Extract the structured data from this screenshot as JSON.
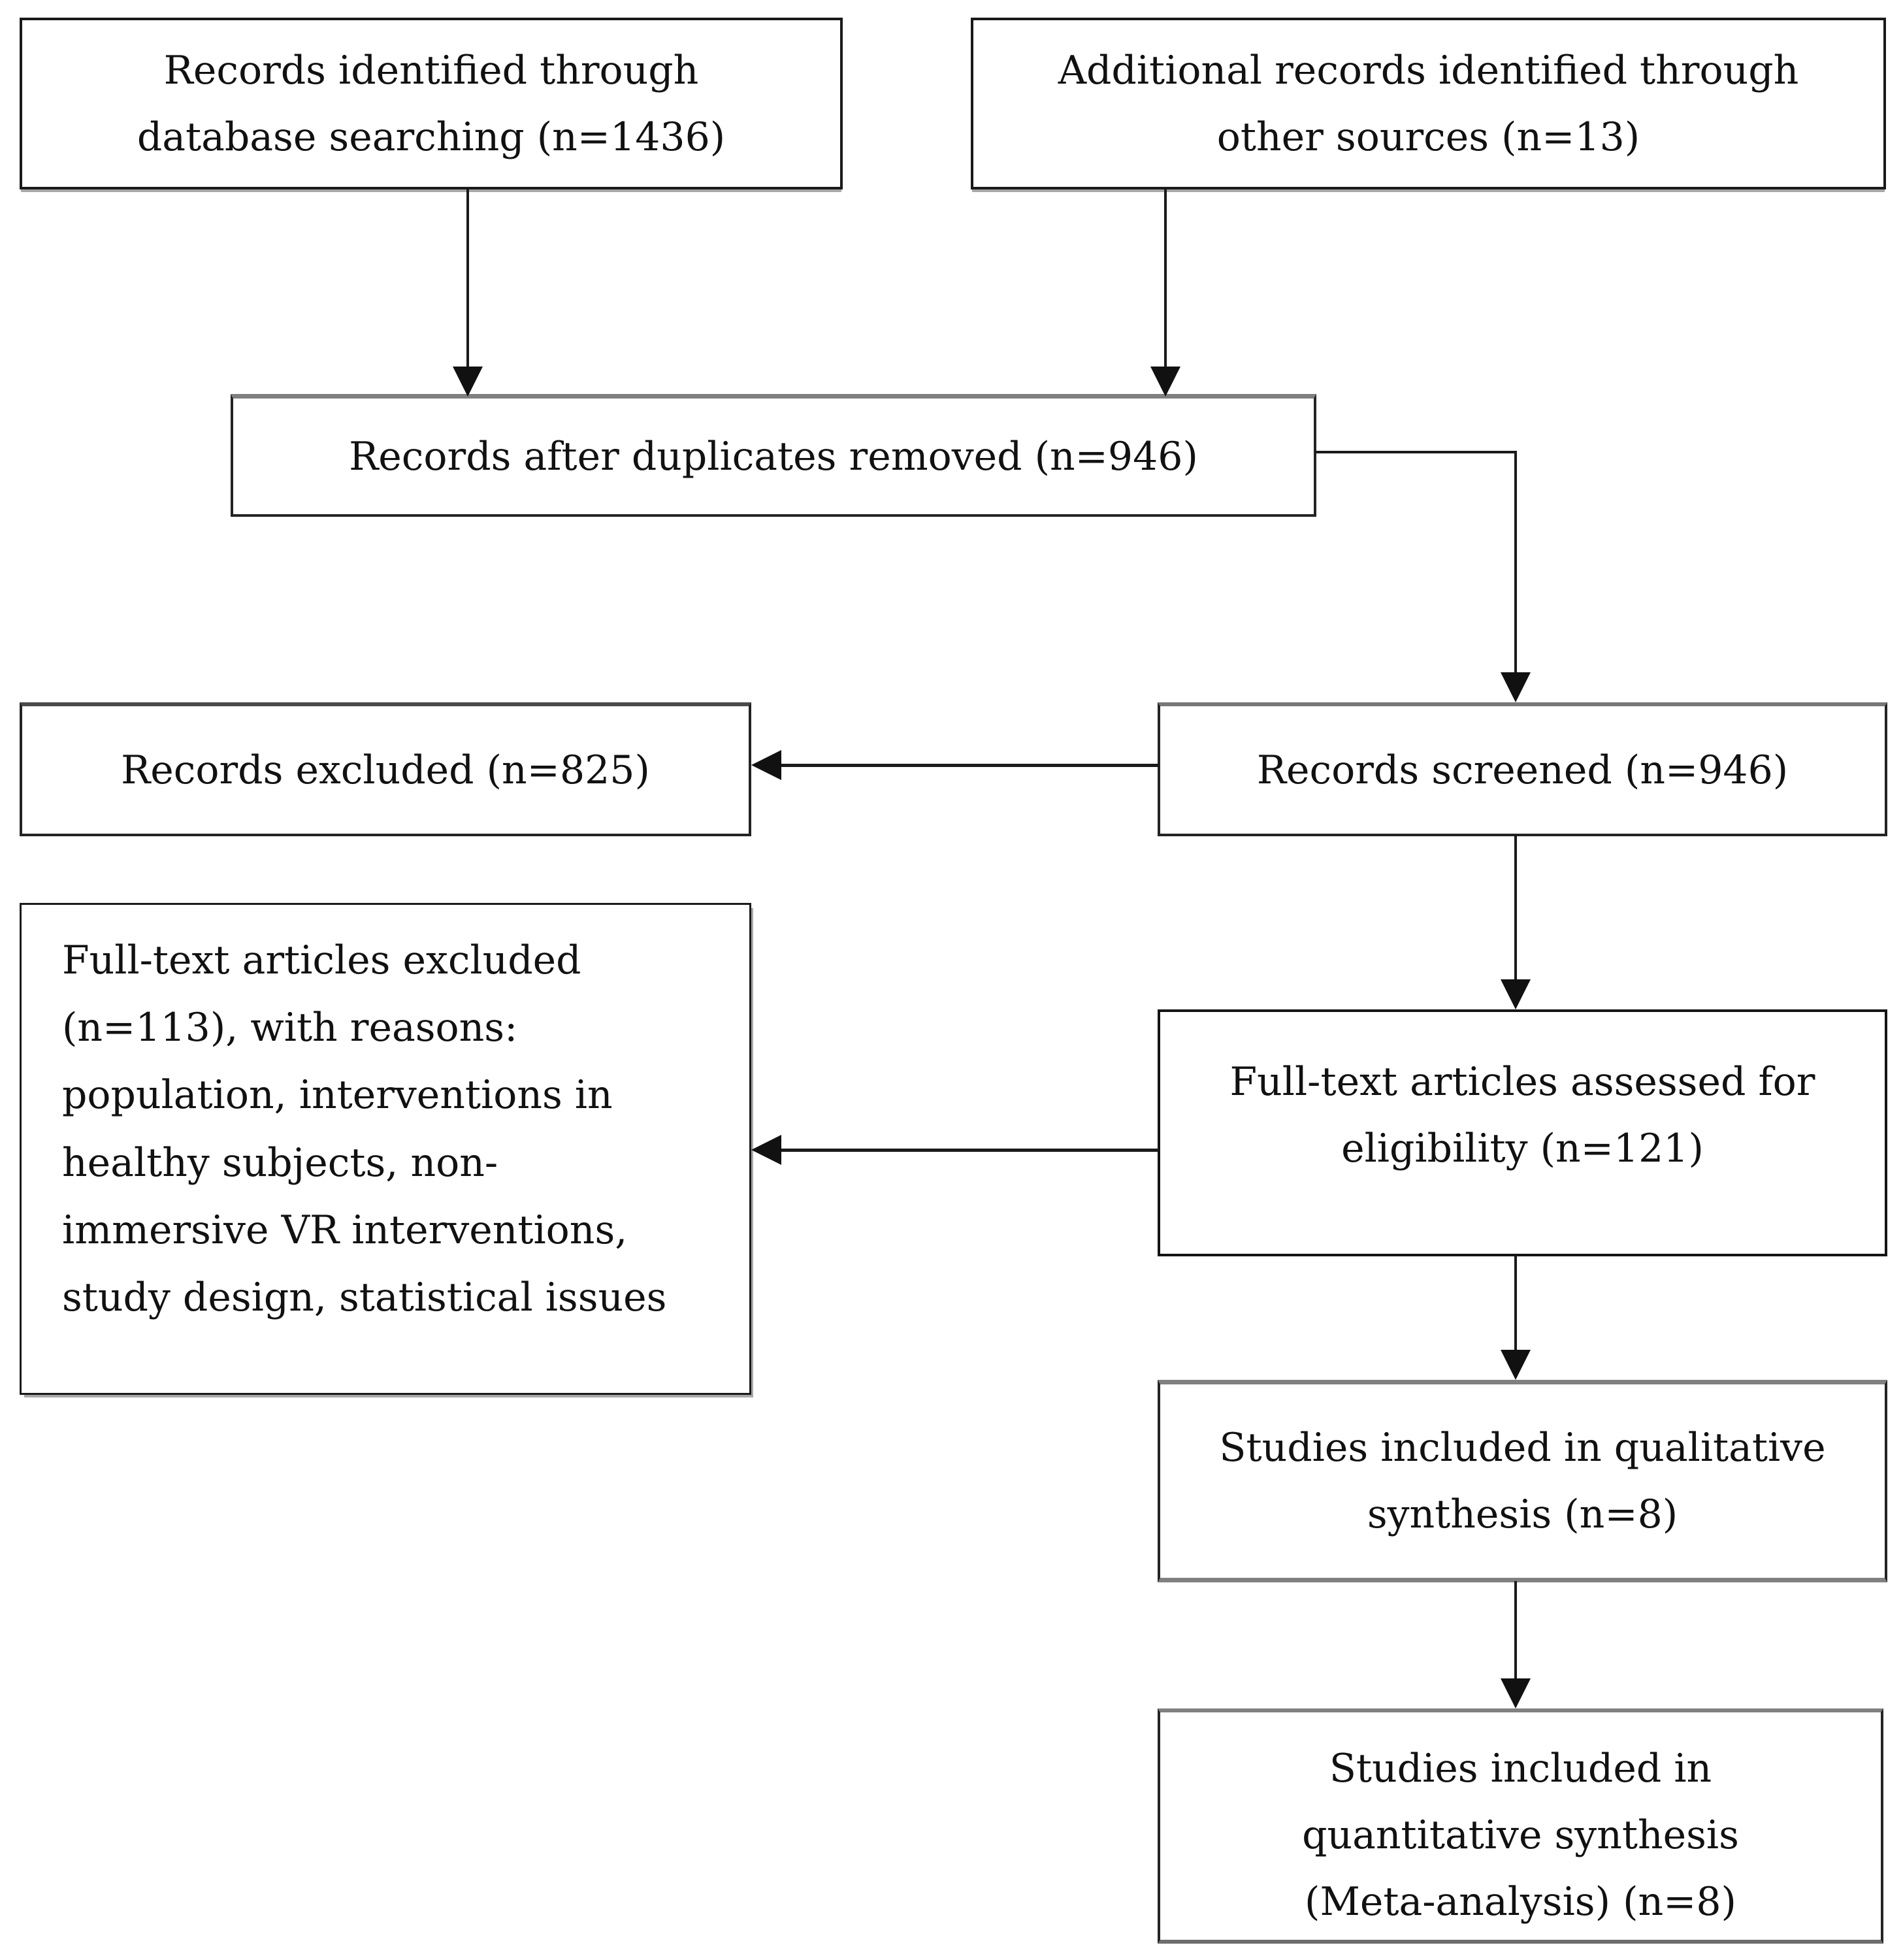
{
  "figure": {
    "kind": "flow-diagram",
    "colors": {
      "background": "#ffffff",
      "text": "#111111",
      "border_dark": "#1a1a1a",
      "border_gray": "#808080",
      "shadow_gray": "#a8a8a8",
      "arrow": "#111111"
    },
    "nodes": {
      "identified_db": {
        "label": "Records identified through\ndatabase searching (n=1436)",
        "n": 1436
      },
      "identified_other": {
        "label": "Additional records identified through\nother sources (n=13)",
        "n": 13
      },
      "after_duplicates": {
        "label": "Records after duplicates removed (n=946)",
        "n": 946
      },
      "screened": {
        "label": "Records screened (n=946)",
        "n": 946
      },
      "excluded": {
        "label": "Records excluded (n=825)",
        "n": 825
      },
      "fulltext_assessed": {
        "label": "Full-text articles assessed for\neligibility (n=121)",
        "n": 121
      },
      "fulltext_excluded": {
        "label": "Full-text articles excluded\n(n=113), with reasons:\npopulation, interventions in\nhealthy subjects, non-\nimmersive VR interventions,\nstudy design, statistical issues",
        "n": 113
      },
      "qualitative": {
        "label": "Studies included in qualitative\nsynthesis (n=8)",
        "n": 8
      },
      "quantitative": {
        "label": "Studies included in\nquantitative synthesis\n(Meta-analysis) (n=8)",
        "n": 8
      }
    },
    "arrows": [
      {
        "from": "identified_db",
        "to": "after_duplicates"
      },
      {
        "from": "identified_other",
        "to": "after_duplicates"
      },
      {
        "from": "after_duplicates",
        "to": "screened"
      },
      {
        "from": "screened",
        "to": "excluded"
      },
      {
        "from": "screened",
        "to": "fulltext_assessed"
      },
      {
        "from": "fulltext_assessed",
        "to": "fulltext_excluded"
      },
      {
        "from": "fulltext_assessed",
        "to": "qualitative"
      },
      {
        "from": "qualitative",
        "to": "quantitative"
      }
    ]
  }
}
